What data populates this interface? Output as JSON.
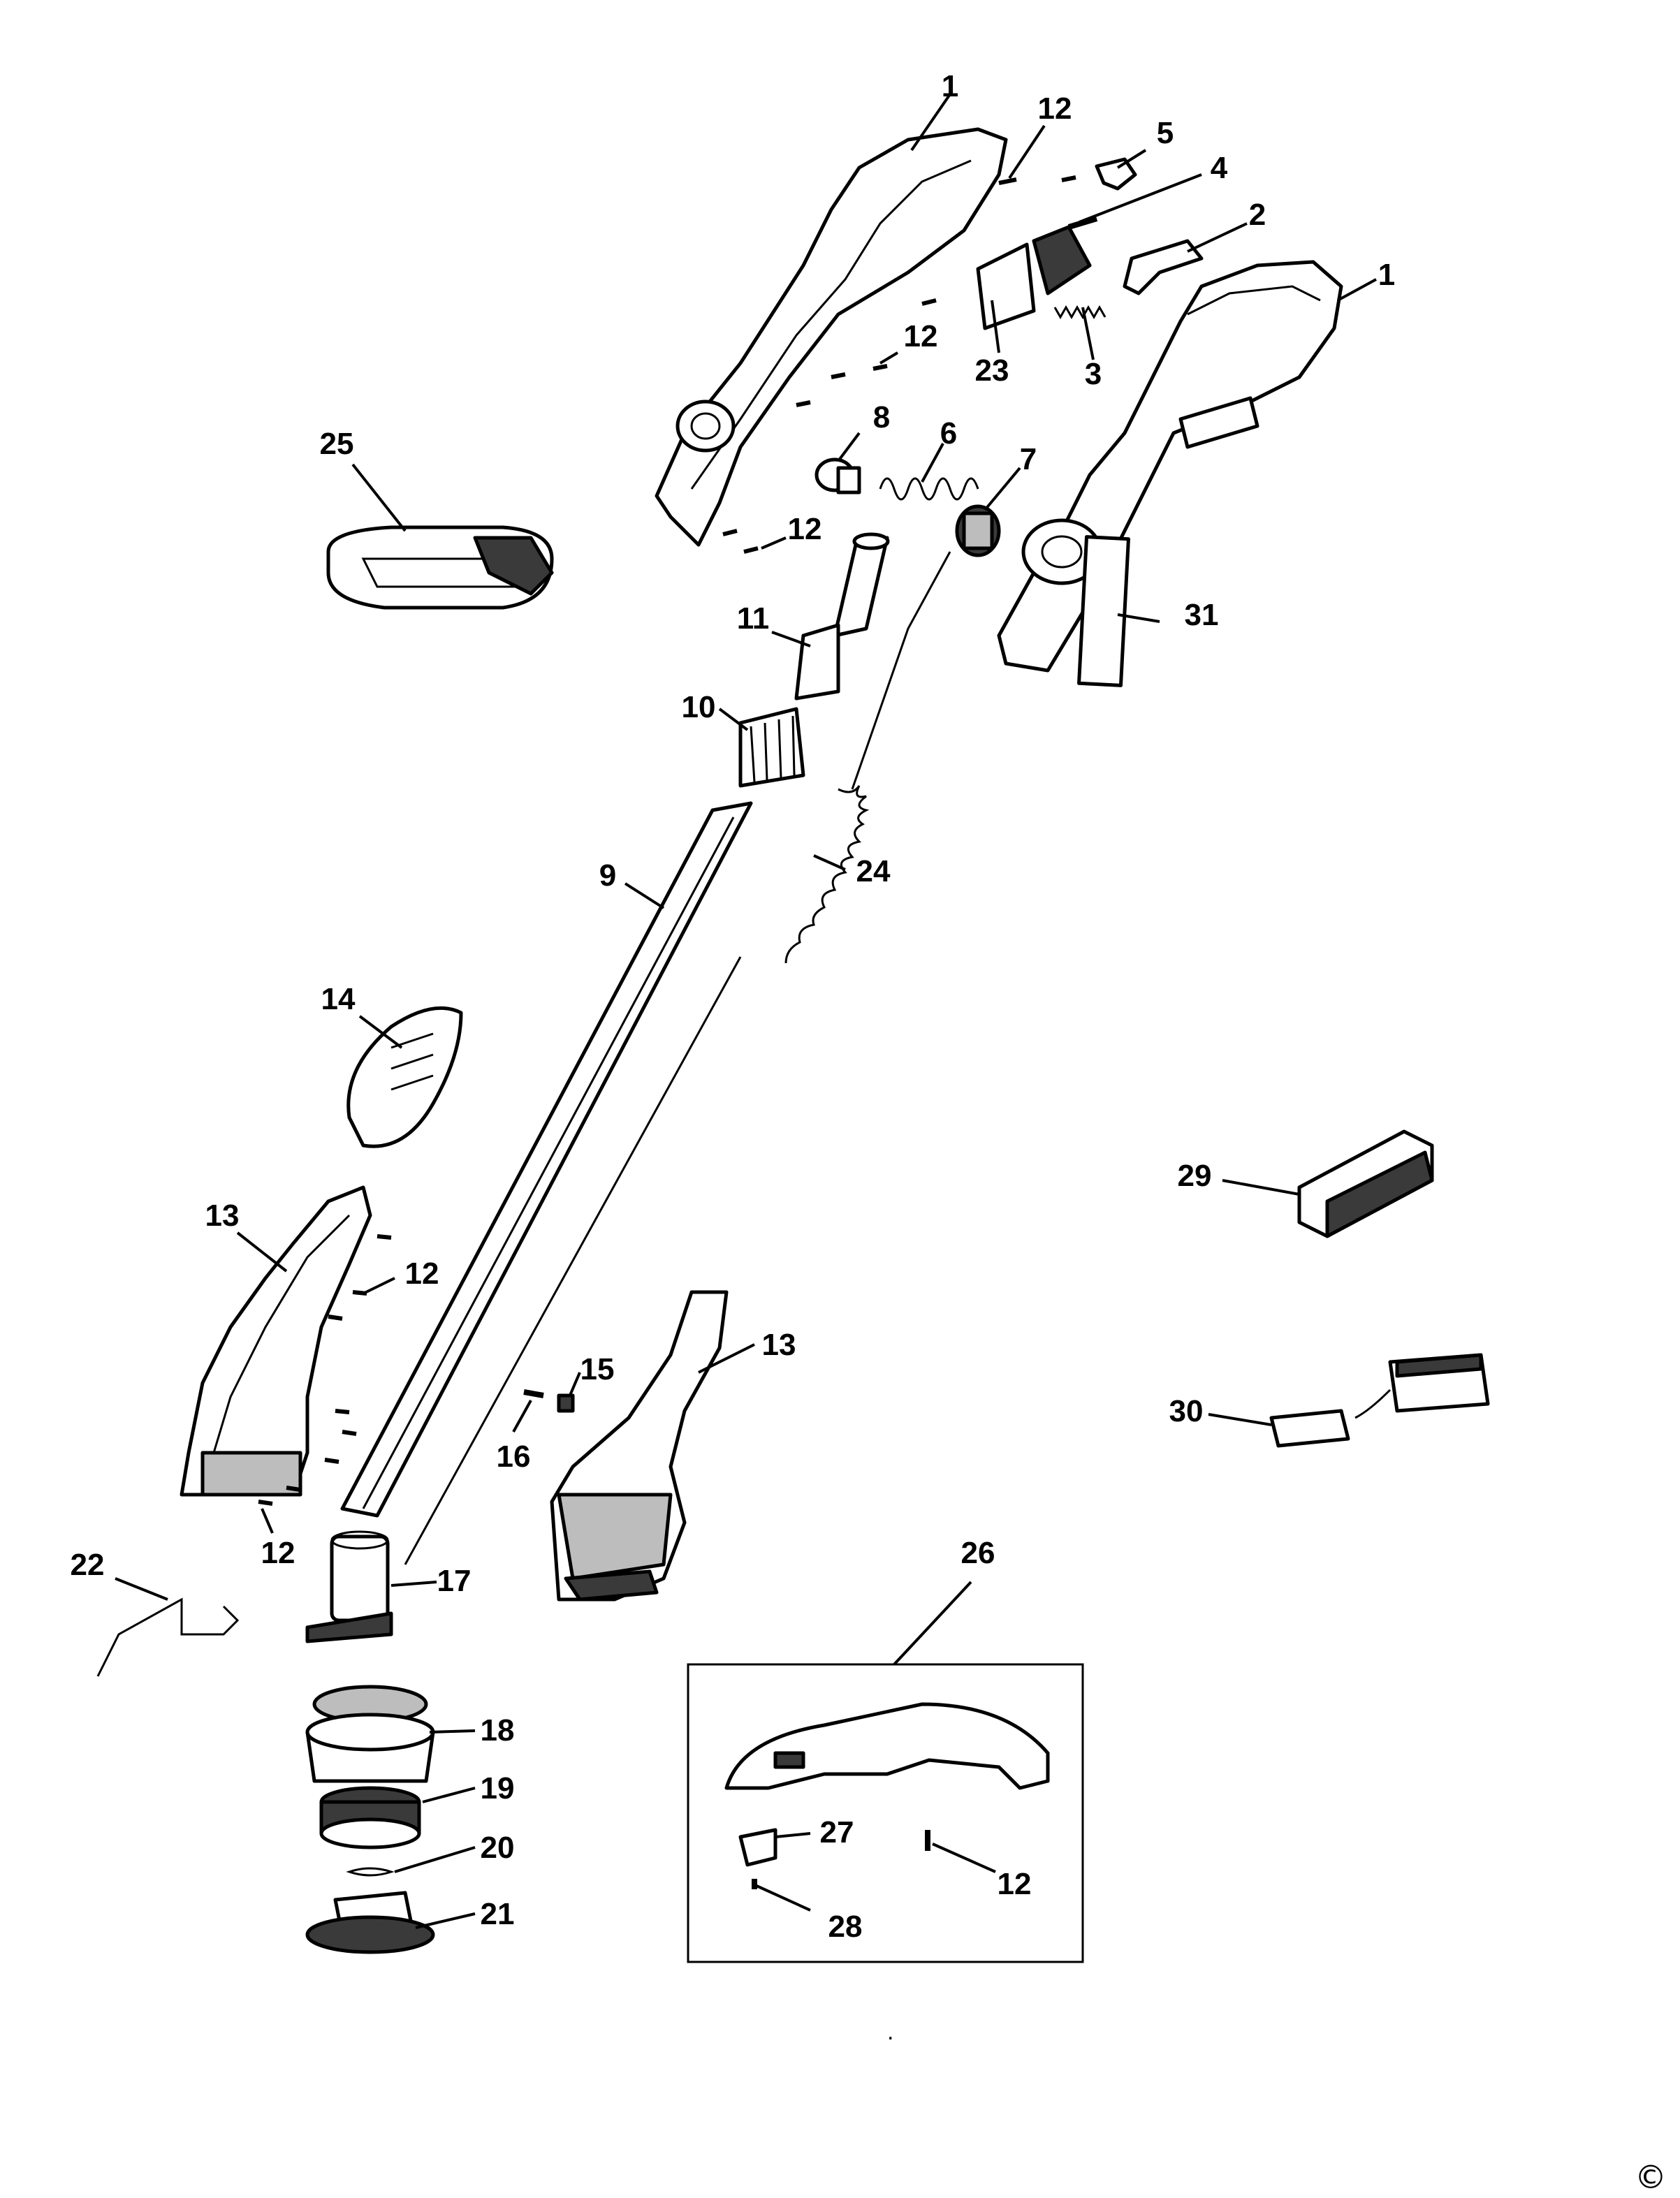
{
  "callouts": {
    "c1a": "1",
    "c1b": "1",
    "c2": "2",
    "c3": "3",
    "c4": "4",
    "c5": "5",
    "c6": "6",
    "c7": "7",
    "c8": "8",
    "c9": "9",
    "c10": "10",
    "c11": "11",
    "c12a": "12",
    "c12b": "12",
    "c12c": "12",
    "c12d": "12",
    "c12e": "12",
    "c12f": "12",
    "c13a": "13",
    "c13b": "13",
    "c14": "14",
    "c15": "15",
    "c16": "16",
    "c17": "17",
    "c18": "18",
    "c19": "19",
    "c20": "20",
    "c21": "21",
    "c22": "22",
    "c23": "23",
    "c24": "24",
    "c25": "25",
    "c26": "26",
    "c27": "27",
    "c28": "28",
    "c29": "29",
    "c30": "30",
    "c31": "31"
  },
  "footer": {
    "dot": ".",
    "copyright": "©"
  }
}
